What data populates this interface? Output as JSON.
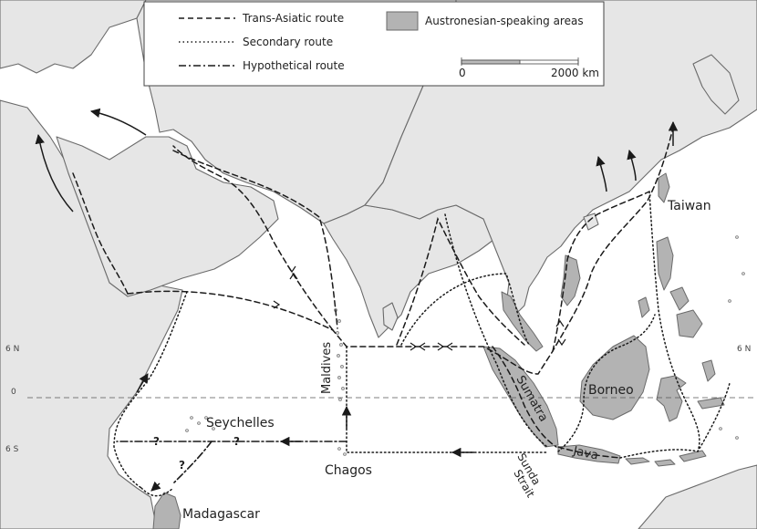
{
  "legend": {
    "trans_asiatic": "Trans-Asiatic route",
    "secondary": "Secondary route",
    "hypothetical": "Hypothetical route",
    "austronesian": "Austronesian-speaking areas",
    "scale_start": "0",
    "scale_end": "2000 km"
  },
  "latitudes": {
    "north6": "6 N",
    "equator": "0",
    "south6": "6 S"
  },
  "places": {
    "taiwan": "Taiwan",
    "maldives": "Maldives",
    "borneo": "Borneo",
    "sumatra": "Sumatra",
    "seychelles": "Seychelles",
    "sunda": "Sunda",
    "strait": "Strait",
    "java": "Java",
    "chagos": "Chagos",
    "madagascar": "Madagascar"
  },
  "question_mark": "?",
  "colors": {
    "land": "#e6e6e6",
    "coast": "#6a6a6a",
    "austronesian": "#b3b3b3",
    "route": "#1a1a1a"
  }
}
